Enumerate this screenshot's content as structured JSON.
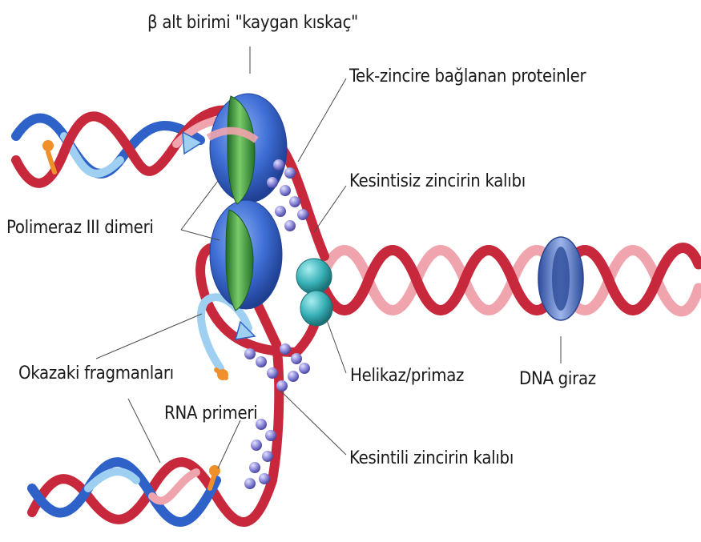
{
  "labels": {
    "beta_clamp": "β alt birimi \"kaygan kıskaç\"",
    "ssb_proteins": "Tek-zincire bağlanan proteinler",
    "leading_template": "Kesintisiz zincirin kalıbı",
    "pol3_dimer": "Polimeraz III dimeri",
    "okazaki": "Okazaki fragmanları",
    "rna_primer": "RNA primeri",
    "helicase_primase": "Helikaz/primaz",
    "dna_gyrase": "DNA giraz",
    "lagging_template": "Kesintili zincirin kalıbı"
  },
  "colors": {
    "strand_red": "#c8283c",
    "strand_pink": "#f0a4ae",
    "strand_blue": "#2f62c9",
    "strand_lightblue": "#9fd0f2",
    "polymerase_blue": "#3f6fd6",
    "clamp_green": "#3d9a3f",
    "helicase_teal": "#36b0b6",
    "ssb_purple": "#7a76cc",
    "primer_orange": "#f0902a",
    "gyrase_blue": "#5b7fce"
  }
}
